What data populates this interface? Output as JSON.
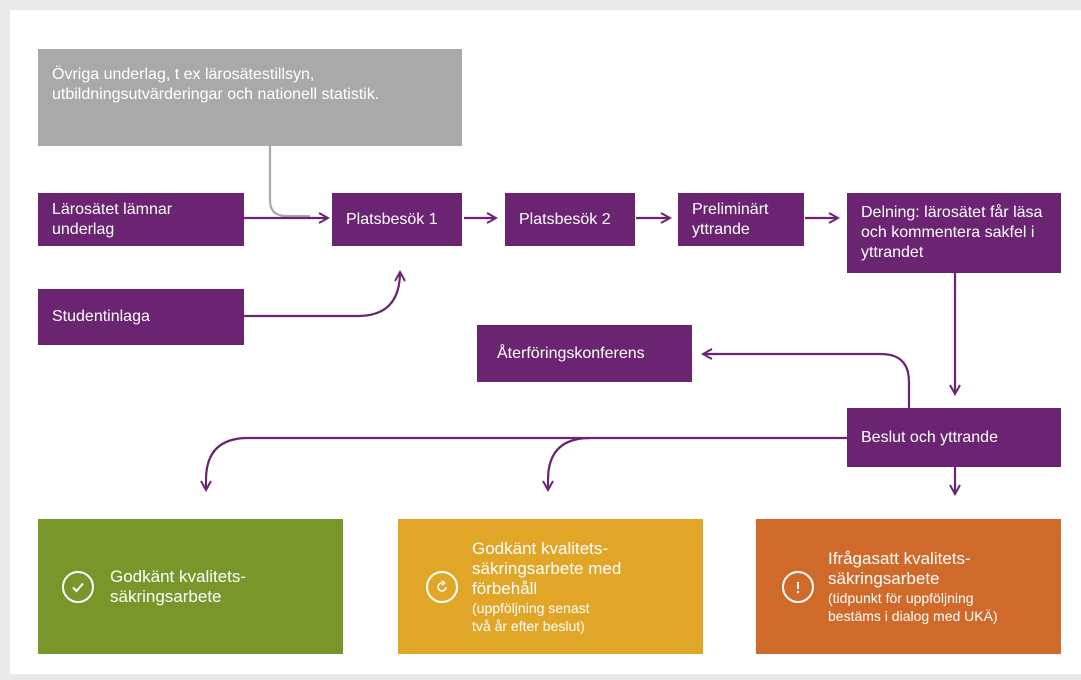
{
  "boxes": {
    "ovriga": "Övriga underlag, t ex lärosätestillsyn, utbildningsutvärderingar och nationell statistik.",
    "larosatet": "Lärosätet lämnar underlag",
    "student": "Studentinlaga",
    "plats1": "Platsbesök 1",
    "plats2": "Platsbesök 2",
    "prelim": "Preliminärt yttrande",
    "delning": "Delning: lärosätet får läsa och kommentera sakfel i yttrandet",
    "aterforing": "Återföringskonferens",
    "beslut": "Beslut och yttrande"
  },
  "outcomes": {
    "approved": {
      "title": "Godkänt kvalitets-\nsäkringsarbete",
      "note": "",
      "color": "#78962a",
      "icon": "check-circle-icon"
    },
    "reservation": {
      "title": "Godkänt kvalitets-\nsäkringsarbete med\nförbehåll",
      "note": "(uppföljning senast\ntvå år efter beslut)",
      "color": "#e1a628",
      "icon": "refresh-circle-icon"
    },
    "questioned": {
      "title": "Ifrågasatt kvalitets-\nsäkringsarbete",
      "note": "(tidpunkt för uppföljning\nbestäms i dialog med UKÄ)",
      "color": "#d06a2a",
      "icon": "exclamation-circle-icon"
    }
  },
  "colors": {
    "purple": "#6b2472",
    "grey": "#a9a9a9"
  }
}
